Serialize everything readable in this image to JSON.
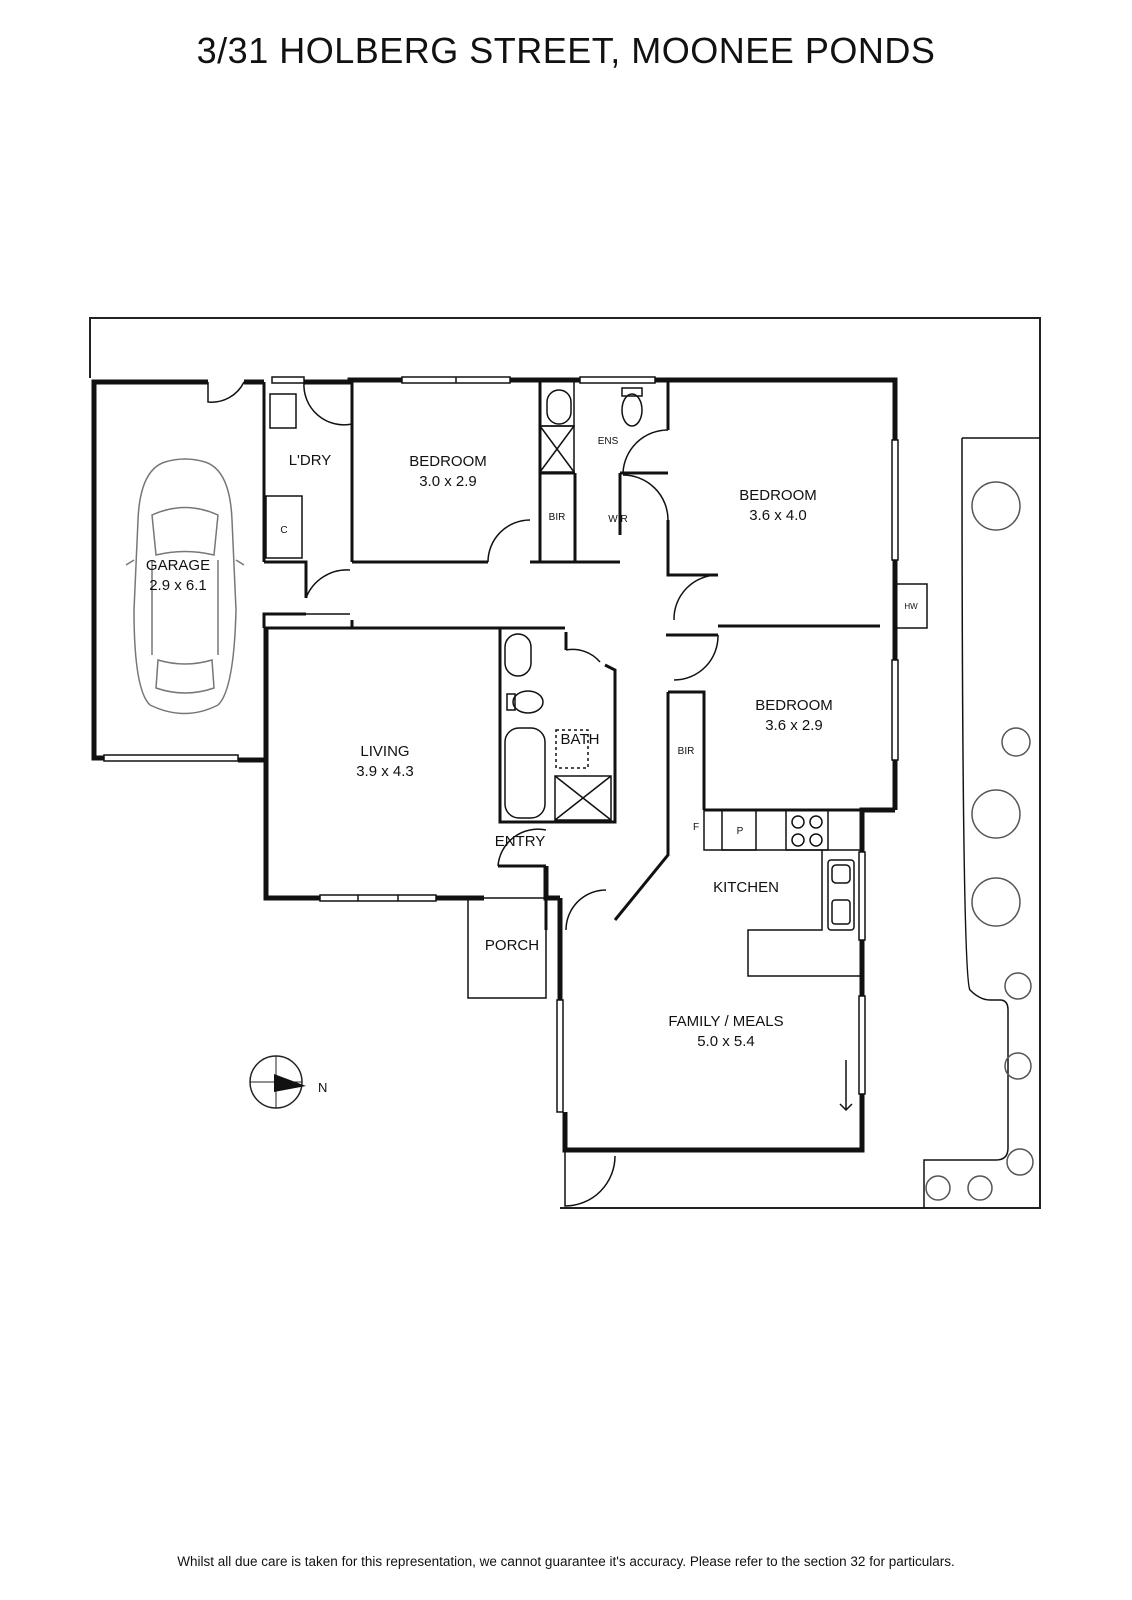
{
  "title": "3/31 HOLBERG STREET, MOONEE PONDS",
  "disclaimer": "Whilst all due care is taken for this representation, we cannot guarantee it's accuracy. Please refer to the section 32 for particulars.",
  "compass": {
    "label": "N"
  },
  "rooms": {
    "garage": {
      "name": "GARAGE",
      "size": "2.9 x 6.1"
    },
    "laundry": {
      "name": "L'DRY"
    },
    "cupboard": {
      "name": "C"
    },
    "bedroom1": {
      "name": "BEDROOM",
      "size": "3.0 x 2.9"
    },
    "ensuite": {
      "name": "ENS"
    },
    "bir1": {
      "name": "BIR"
    },
    "wir": {
      "name": "WIR"
    },
    "bedroom2": {
      "name": "BEDROOM",
      "size": "3.6 x 4.0"
    },
    "hw": {
      "name": "HW"
    },
    "living": {
      "name": "LIVING",
      "size": "3.9 x 4.3"
    },
    "bath": {
      "name": "BATH"
    },
    "bir2": {
      "name": "BIR"
    },
    "bedroom3": {
      "name": "BEDROOM",
      "size": "3.6 x 2.9"
    },
    "fridge": {
      "name": "F"
    },
    "pantry": {
      "name": "P"
    },
    "kitchen": {
      "name": "KITCHEN"
    },
    "entry": {
      "name": "ENTRY"
    },
    "porch": {
      "name": "PORCH"
    },
    "family": {
      "name": "FAMILY / MEALS",
      "size": "5.0 x 5.4"
    }
  }
}
